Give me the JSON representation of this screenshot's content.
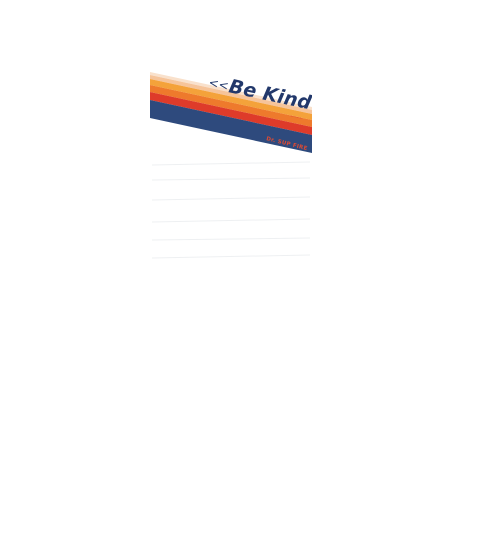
{
  "artwork": {
    "chevrons": "<<",
    "tagline": "Be Kind",
    "small_mark": "~~~~",
    "band_text": "Dr. SUP FIRE",
    "colors": {
      "navy": "#2e4a7d",
      "red": "#de3b2a",
      "orange": "#ee7a2c",
      "amber": "#f4a23a",
      "peach": "#f6c49a",
      "cream": "#f9e1cc",
      "text_navy": "#22386b",
      "text_red": "#e04a32"
    },
    "stripe_order": [
      "cream",
      "peach",
      "amber",
      "orange",
      "red",
      "navy"
    ]
  }
}
